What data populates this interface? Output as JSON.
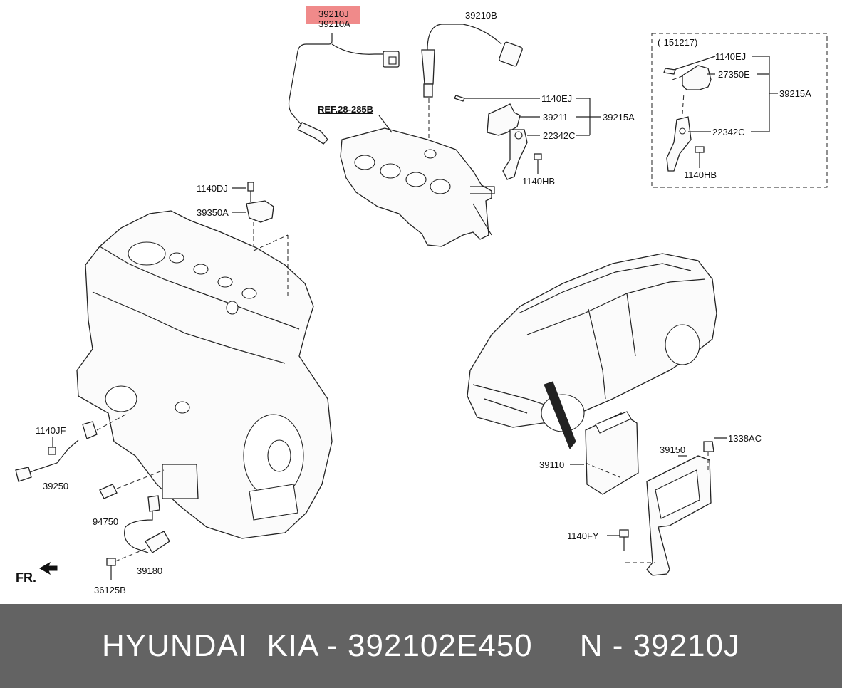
{
  "highlight_color": "#f08a8a",
  "footer": {
    "text": "HYUNDAI  KIA - 392102E450     N - 39210J",
    "bg_color": "#636363"
  },
  "ref_label": "REF.28-285B",
  "fr_label": "FR.",
  "box_label": "(-151217)",
  "parts": {
    "p39210J": "39210J",
    "p39210A": "39210A",
    "p39210B": "39210B",
    "p1140EJ_a": "1140EJ",
    "p39211": "39211",
    "p39215A_a": "39215A",
    "p22342C_a": "22342C",
    "p1140HB_a": "1140HB",
    "p1140EJ_b": "1140EJ",
    "p27350E": "27350E",
    "p39215A_b": "39215A",
    "p22342C_b": "22342C",
    "p1140HB_b": "1140HB",
    "p1140DJ": "1140DJ",
    "p39350A": "39350A",
    "p1140JF": "1140JF",
    "p39250": "39250",
    "p94750": "94750",
    "p39180": "39180",
    "p36125B": "36125B",
    "p39110": "39110",
    "p39150": "39150",
    "p1338AC": "1338AC",
    "p1140FY": "1140FY"
  }
}
